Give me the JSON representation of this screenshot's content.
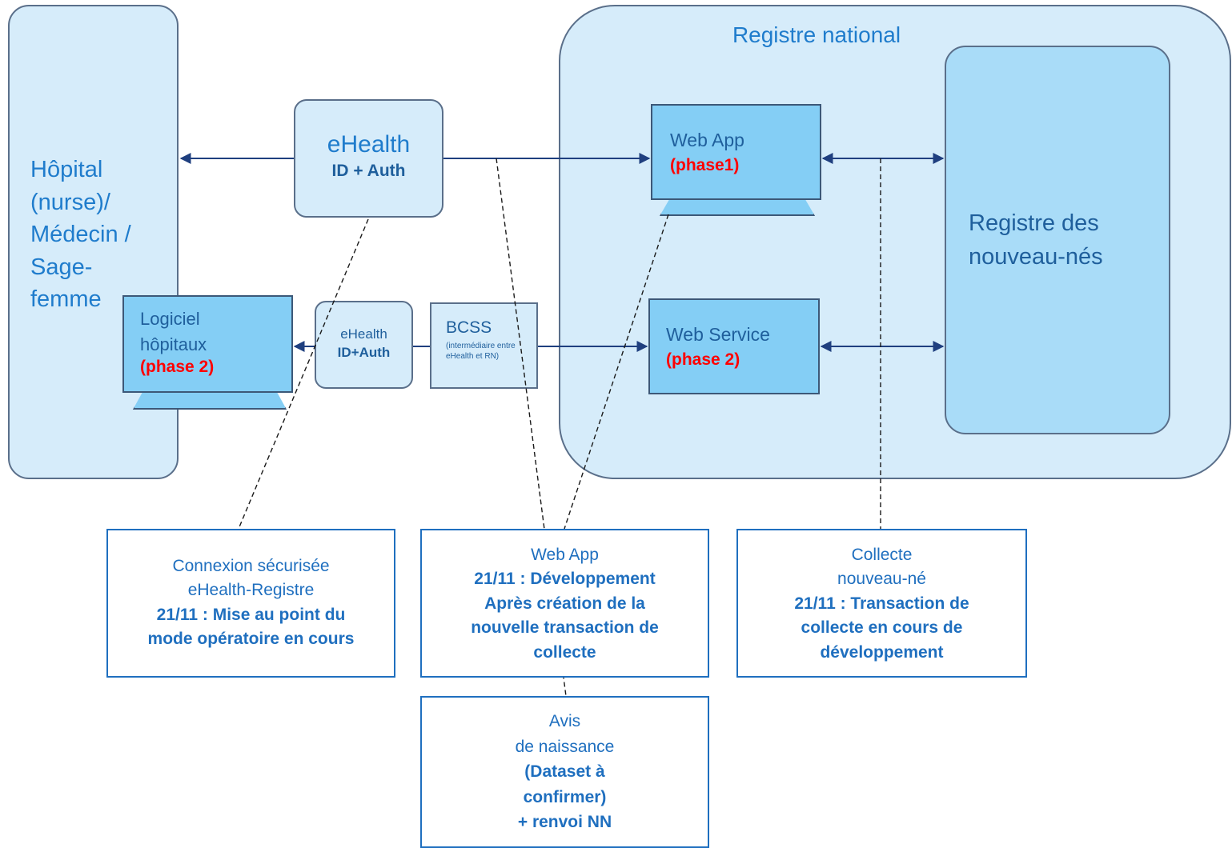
{
  "hospital": {
    "label": "Hôpital\n(nurse)/\nMédecin /\nSage-\nfemme"
  },
  "registre_national": {
    "title": "Registre national",
    "newborn_registry": "Registre des\nnouveau-nés"
  },
  "ehealth_main": {
    "title": "eHealth",
    "subtitle": "ID + Auth"
  },
  "ehealth_small": {
    "title": "eHealth",
    "subtitle": "ID+Auth"
  },
  "bcss": {
    "title": "BCSS",
    "note": "(intermédiaire entre eHealth et RN)"
  },
  "web_app": {
    "title": "Web App",
    "phase": "(phase1)"
  },
  "web_service": {
    "title": "Web Service",
    "phase": "(phase 2)"
  },
  "logiciel": {
    "title": "Logiciel\nhôpitaux",
    "phase": "(phase 2)"
  },
  "notes": {
    "connexion": {
      "title": "Connexion sécurisée\neHealth-Registre",
      "status": "21/11 : Mise au point du\nmode opératoire en cours"
    },
    "web_app": {
      "title": "Web App",
      "status": "21/11 : Développement\nAprès création de la\nnouvelle transaction de\ncollecte"
    },
    "collecte": {
      "title": "Collecte\nnouveau-né",
      "status": "21/11 : Transaction de\ncollecte en cours de\ndéveloppement"
    },
    "avis": {
      "title": "Avis\nde naissance",
      "status": "(Dataset à\nconfirmer)\n+ renvoi NN"
    }
  },
  "colors": {
    "panel_fill": "#d6ecfa",
    "registry_fill": "#a9dcf8",
    "screen_fill": "#84cef5",
    "text_blue": "#1f7ccc",
    "text_dark_blue": "#1f5f9c",
    "phase_red": "#ff0000",
    "arrow": "#1f3f7f"
  }
}
